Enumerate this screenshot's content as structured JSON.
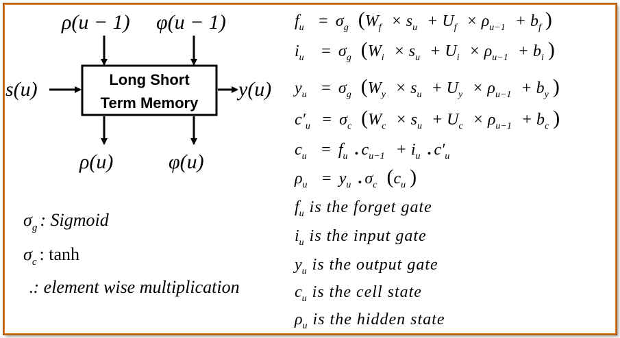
{
  "colors": {
    "frame": "#e07a1f",
    "ink": "#000000"
  },
  "diagram": {
    "box_label_line1": "Long Short",
    "box_label_line2": "Term Memory",
    "input_top_left": "ρ(u − 1)",
    "input_top_right": "φ(u − 1)",
    "input_left": "s(u)",
    "output_right": "y(u)",
    "output_bottom_left": "ρ(u)",
    "output_bottom_right": "φ(u)"
  },
  "legend": [
    {
      "symbol": "σ",
      "sub": "g",
      "text": ": Sigmoid"
    },
    {
      "symbol": "σ",
      "sub": "c",
      "text": ": tanh"
    },
    {
      "symbol": ".",
      "sub": "",
      "text": ": element wise multiplication"
    }
  ],
  "equations": [
    {
      "lhs": "f",
      "lhs_sub": "u",
      "rhs_pre": "= σ",
      "rhs_pre_sub": "g",
      "rhs": "(W",
      "rhs_parts": [
        "f",
        "× s",
        "u",
        "+ U",
        "f",
        "× ρ",
        "u−1",
        "+ b",
        "f",
        ")"
      ]
    },
    {
      "lhs": "i",
      "lhs_sub": "u",
      "rhs_pre": "= σ",
      "rhs_pre_sub": "g",
      "rhs": "(W",
      "rhs_parts": [
        "i",
        "× s",
        "u",
        "+ U",
        "i",
        "× ρ",
        "u−1",
        "+ b",
        "i",
        ")"
      ]
    },
    {
      "lhs": "y",
      "lhs_sub": "u",
      "rhs_pre": "= σ",
      "rhs_pre_sub": "g",
      "rhs": "(W",
      "rhs_parts": [
        "y",
        "× s",
        "u",
        "+ U",
        "y",
        "× ρ",
        "u−1",
        "+ b",
        "y",
        ")"
      ]
    },
    {
      "lhs": "c′",
      "lhs_sub": "u",
      "rhs_pre": "= σ",
      "rhs_pre_sub": "c",
      "rhs": "(W",
      "rhs_parts": [
        "c",
        "× s",
        "u",
        "+ U",
        "c",
        "× ρ",
        "u−1",
        "+ b",
        "c",
        ")"
      ]
    }
  ],
  "equation_cell": {
    "text": "c",
    "sub": "u",
    "rhs": "= f",
    "parts": [
      "u",
      ". c",
      "u−1",
      "+ i",
      "u",
      ". c′",
      "u"
    ]
  },
  "equation_hidden": {
    "text": "ρ",
    "sub": "u",
    "rhs": "= y",
    "parts": [
      "u",
      ". σ",
      "c",
      "(c",
      "u",
      ")"
    ]
  },
  "definitions": [
    {
      "symbol": "f",
      "sub": "u",
      "text": "is the forget gate"
    },
    {
      "symbol": "i",
      "sub": "u",
      "text": "is the input gate"
    },
    {
      "symbol": "y",
      "sub": "u",
      "text": "is the output gate"
    },
    {
      "symbol": "c",
      "sub": "u",
      "text": "is the cell state"
    },
    {
      "symbol": "ρ",
      "sub": "u",
      "text": "is the hidden state"
    }
  ]
}
